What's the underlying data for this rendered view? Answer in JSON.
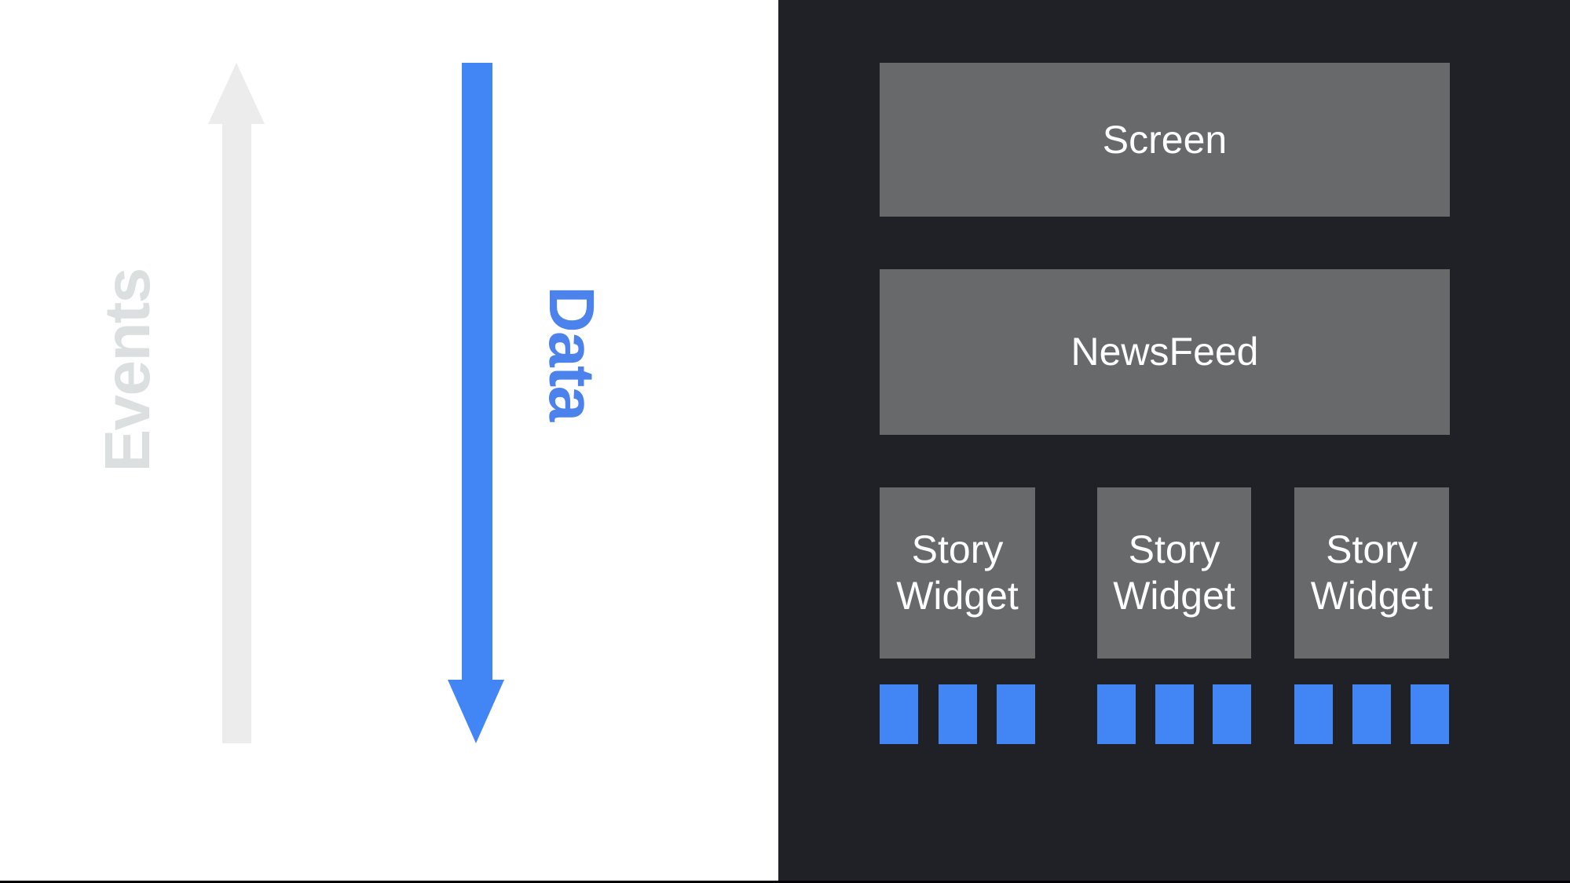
{
  "left_panel": {
    "events_label": "Events",
    "data_label": "Data"
  },
  "diagram": {
    "screen_label": "Screen",
    "newsfeed_label": "NewsFeed",
    "story_widgets": [
      {
        "label": "Story Widget",
        "data_bars": 3
      },
      {
        "label": "Story Widget",
        "data_bars": 3
      },
      {
        "label": "Story Widget",
        "data_bars": 3
      }
    ]
  },
  "colors": {
    "page_bg": "#ffffff",
    "panel_bg": "#202126",
    "box_gray": "#67696b",
    "box_text": "#ffffff",
    "accent_blue": "#4285f4",
    "data_text_blue": "#4b82ec",
    "events_text_gray": "#dcdfdf",
    "arrow_gray": "#ececec",
    "bottom_strip": "#000000"
  }
}
